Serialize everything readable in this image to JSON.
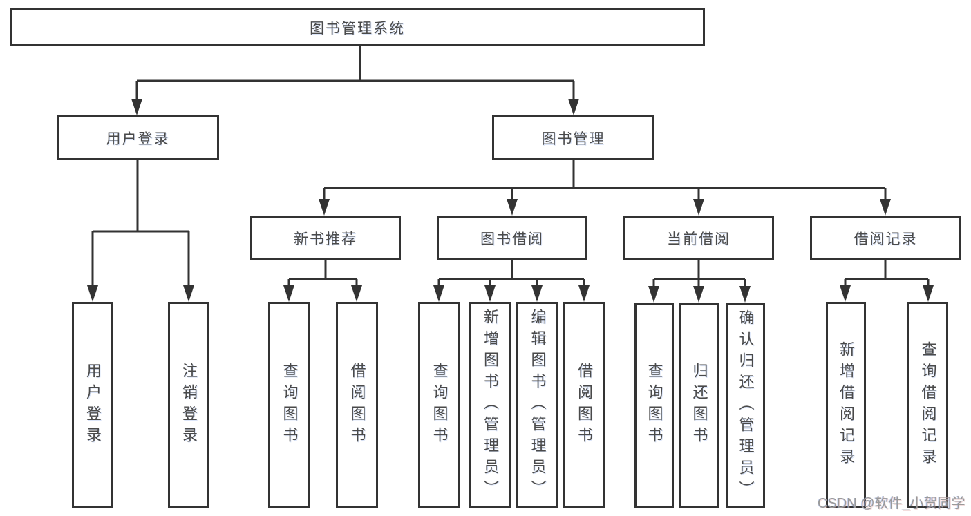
{
  "tree": {
    "label": "图书管理系统",
    "children": [
      {
        "label": "用户登录",
        "children": [
          {
            "label": "用户登录"
          },
          {
            "label": "注销登录"
          }
        ]
      },
      {
        "label": "图书管理",
        "children": [
          {
            "label": "新书推荐",
            "children": [
              {
                "label": "查询图书"
              },
              {
                "label": "借阅图书"
              }
            ]
          },
          {
            "label": "图书借阅",
            "children": [
              {
                "label": "查询图书"
              },
              {
                "label": "新增图书（管理员）"
              },
              {
                "label": "编辑图书（管理员）"
              },
              {
                "label": "借阅图书"
              }
            ]
          },
          {
            "label": "当前借阅",
            "children": [
              {
                "label": "查询图书"
              },
              {
                "label": "归还图书"
              },
              {
                "label": "确认归还（管理员）"
              }
            ]
          },
          {
            "label": "借阅记录",
            "children": [
              {
                "label": "新增借阅记录"
              },
              {
                "label": "查询借阅记录"
              }
            ]
          }
        ]
      }
    ]
  },
  "watermark": {
    "text": "CSDN @软件_小贺同学"
  },
  "colors": {
    "line": "#333333",
    "node_border": "#333333",
    "node_text": "#4a4a4a",
    "background": "#ffffff",
    "watermark_text": "#9a9a9a"
  }
}
